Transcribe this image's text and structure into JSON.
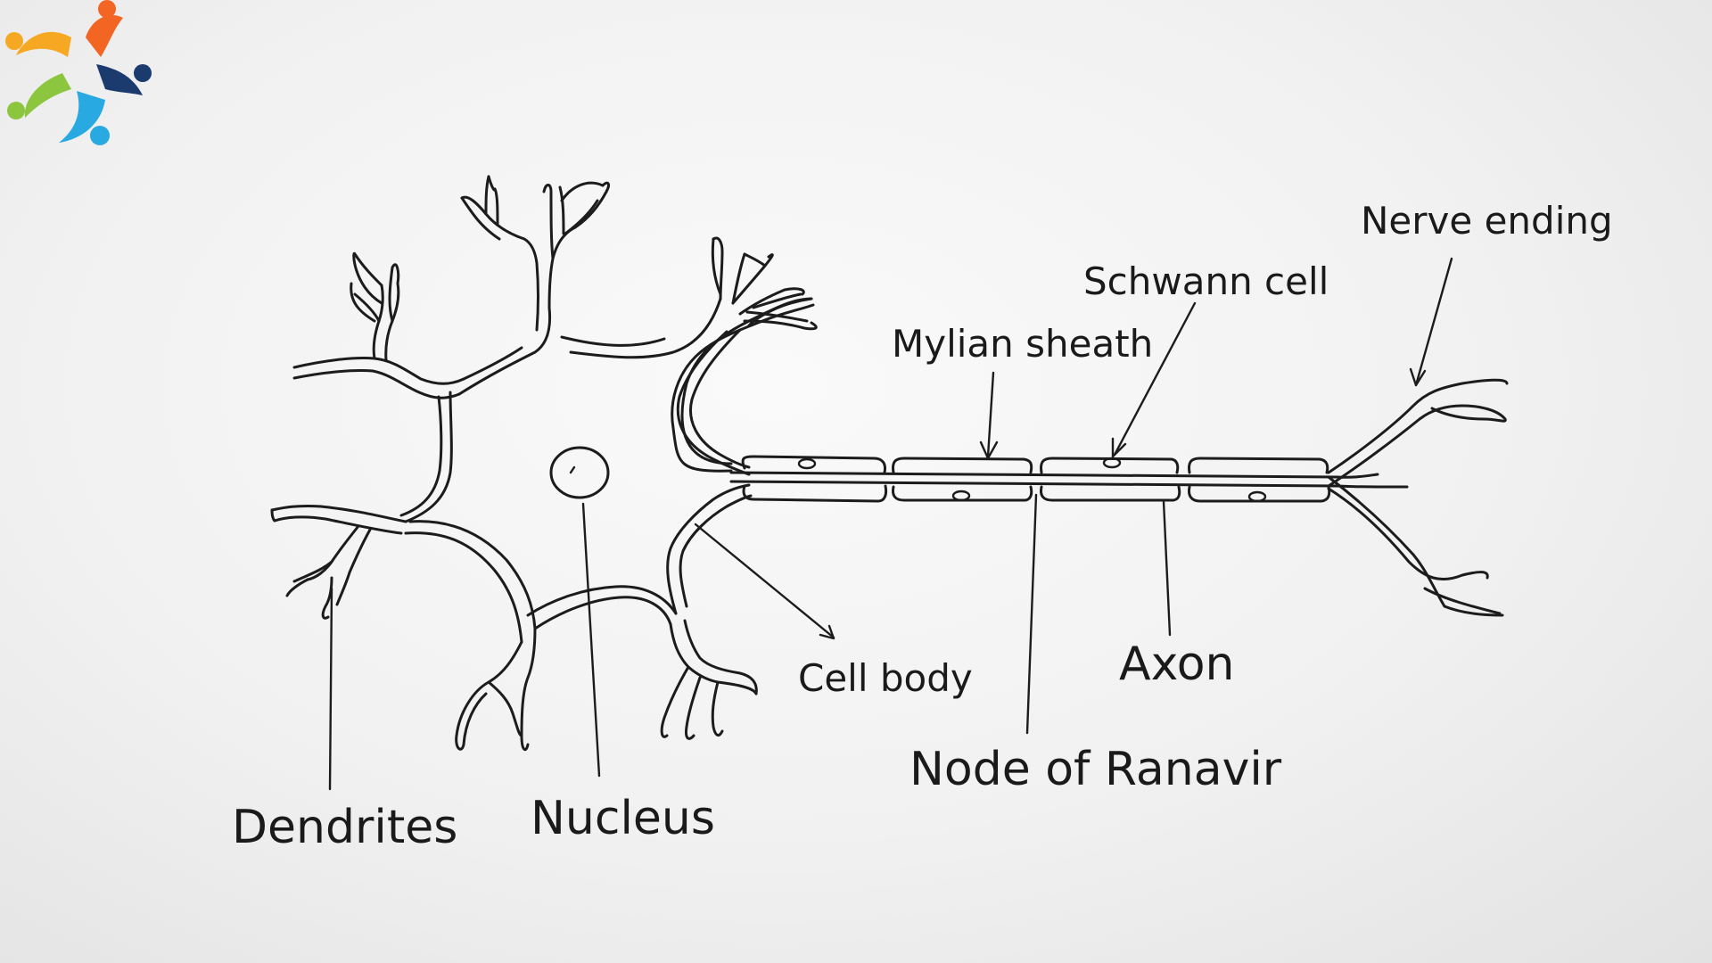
{
  "logo": {
    "icon": "people-circle-logo-icon",
    "colors": [
      "#f26522",
      "#f7a823",
      "#8cc63f",
      "#29a9e1",
      "#1b3b6f"
    ]
  },
  "labels": {
    "nerve_ending": "Nerve ending",
    "schwann_cell": "Schwann cell",
    "myelin_sheath": "Mylian sheath",
    "cell_body": "Cell body",
    "axon": "Axon",
    "node_of_ranvier": "Node of Ranavir",
    "dendrites": "Dendrites",
    "nucleus": "Nucleus"
  },
  "colors": {
    "ink": "#1c1c1c",
    "paper": "#f4f4f4"
  }
}
